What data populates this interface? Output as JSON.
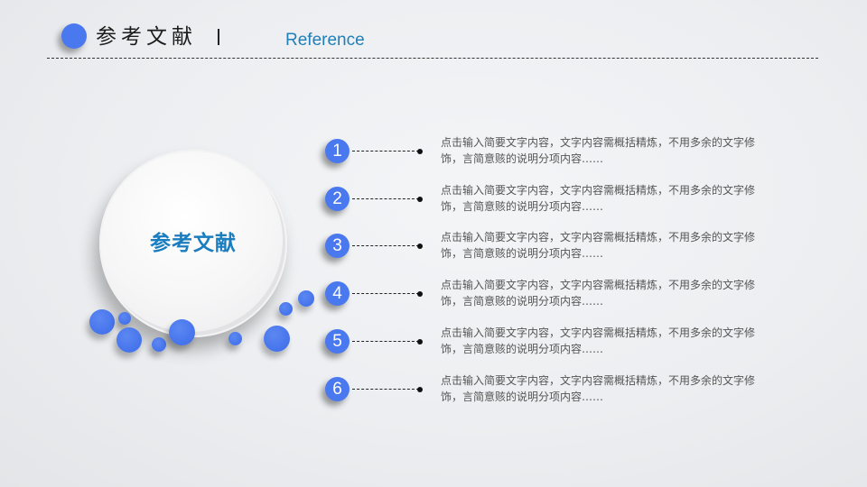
{
  "header": {
    "title": "参考文献",
    "separator": "|",
    "subtitle": "Reference",
    "accent_color": "#4a78ee",
    "subtitle_color": "#1f7fb8"
  },
  "center": {
    "title": "参考文献",
    "title_color": "#1a7dc0"
  },
  "items": [
    {
      "number": "1",
      "text": "点击输入简要文字内容，文字内容需概括精炼，不用多余的文字修饰，言简意赅的说明分项内容……"
    },
    {
      "number": "2",
      "text": "点击输入简要文字内容，文字内容需概括精炼，不用多余的文字修饰，言简意赅的说明分项内容……"
    },
    {
      "number": "3",
      "text": "点击输入简要文字内容，文字内容需概括精炼，不用多余的文字修饰，言简意赅的说明分项内容……"
    },
    {
      "number": "4",
      "text": "点击输入简要文字内容，文字内容需概括精炼，不用多余的文字修饰，言简意赅的说明分项内容……"
    },
    {
      "number": "5",
      "text": "点击输入简要文字内容，文字内容需概括精炼，不用多余的文字修饰，言简意赅的说明分项内容……"
    },
    {
      "number": "6",
      "text": "点击输入简要文字内容，文字内容需概括精炼，不用多余的文字修饰，言简意赅的说明分项内容……"
    }
  ]
}
